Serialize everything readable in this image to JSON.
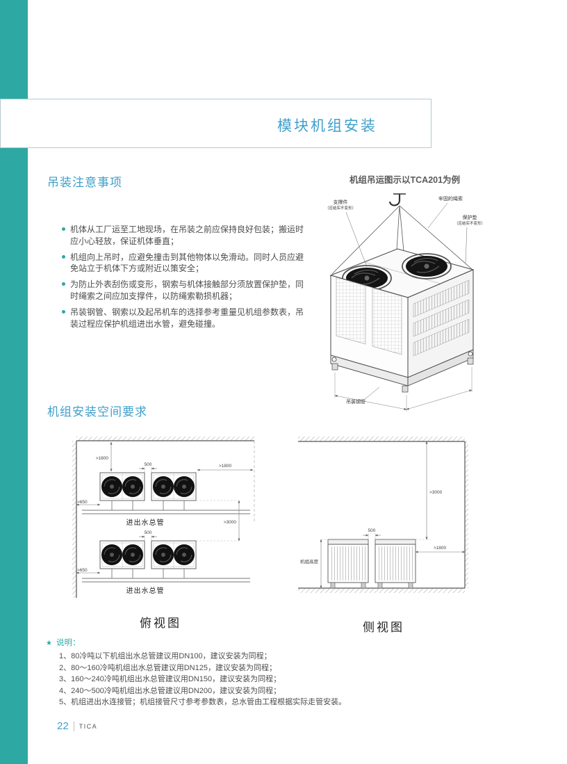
{
  "page": {
    "colors": {
      "accent": "#2ea8a2",
      "heading": "#3f9fca"
    }
  },
  "header": {
    "title": "模块机组安装"
  },
  "sections": {
    "lifting": {
      "heading": "吊装注意事项",
      "items": [
        "机体从工厂运至工地现场，在吊装之前应保持良好包装；搬运时应小心轻放，保证机体垂直；",
        "机组向上吊时，应避免撞击到其他物体以免滑动。同时人员应避免站立于机体下方或附近以策安全；",
        "为防止外表刮伤或变形，钢索与机体接触部分须放置保护垫，同时绳索之间应加支撑件，以防绳索勒损机器；",
        "吊装钢管、钢索以及起吊机车的选择参考重量见机组参数表，吊装过程应保护机组进出水管，避免碰撞。"
      ]
    },
    "space": {
      "heading": "机组安装空间要求"
    }
  },
  "illustration": {
    "caption": "机组吊运图示以TCA201为例",
    "labels": {
      "support": "支撑件",
      "support_note": "（应结实不变形）",
      "rope": "牢固的绳索",
      "pad": "保护垫",
      "pad_note": "（应结实不变形）",
      "pipe": "吊装钢管"
    }
  },
  "top_view": {
    "caption": "俯视图",
    "pipe_label": "进出水总管",
    "dims": {
      "wall_gap": ">1800",
      "module_gap": "500",
      "side_gap": ">650",
      "row_gap": ">3000",
      "right_gap": ">1800"
    }
  },
  "side_view": {
    "caption": "侧视图",
    "height_label": "机组高度",
    "dims": {
      "ceiling_gap": ">3000",
      "module_gap": "500",
      "wall_gap": ">1800"
    }
  },
  "notes": {
    "star": "★",
    "title": "说明：",
    "items": [
      "1、80冷吨以下机组出水总管建议用DN100，建议安装为同程；",
      "2、80～160冷吨机组出水总管建议用DN125，建议安装为同程；",
      "3、160～240冷吨机组出水总管建议用DN150，建议安装为同程；",
      "4、240～500冷吨机组出水总管建议用DN200，建议安装为同程；",
      "5、机组进出水连接管；机组接管尺寸参考参数表，总水管由工程根据实际走管安装。"
    ]
  },
  "footer": {
    "page_number": "22",
    "brand": "TICA"
  }
}
